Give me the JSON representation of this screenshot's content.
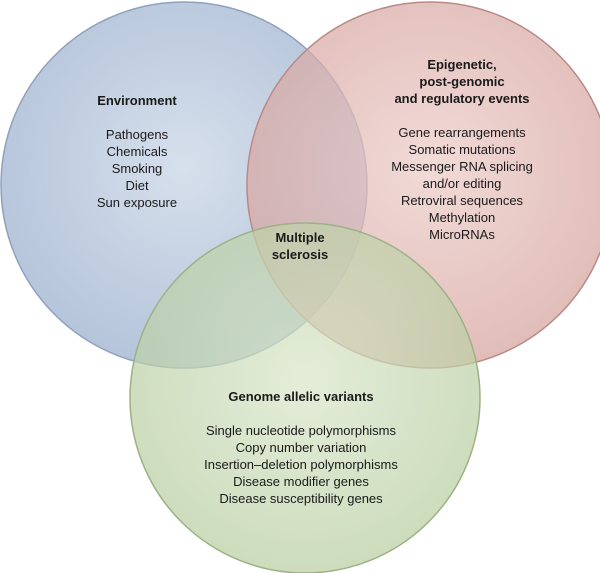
{
  "colors": {
    "environment_fill": "#b9c7dc",
    "environment_stroke": "#7f93b3",
    "epigenetic_fill": "#dcb0ac",
    "epigenetic_stroke": "#b27a75",
    "genome_fill": "#c3d5ae",
    "genome_stroke": "#8fa879",
    "text": "#1a1a1a"
  },
  "circles": {
    "environment": {
      "title": "Environment",
      "items": [
        "Pathogens",
        "Chemicals",
        "Smoking",
        "Diet",
        "Sun exposure"
      ]
    },
    "epigenetic": {
      "title_lines": [
        "Epigenetic,",
        "post-genomic",
        "and regulatory events"
      ],
      "items": [
        "Gene rearrangements",
        "Somatic mutations",
        "Messenger RNA splicing",
        "and/or editing",
        "Retroviral sequences",
        "Methylation",
        "MicroRNAs"
      ]
    },
    "genome": {
      "title": "Genome allelic variants",
      "items": [
        "Single nucleotide polymorphisms",
        "Copy number variation",
        "Insertion–deletion polymorphisms",
        "Disease modifier genes",
        "Disease susceptibility genes"
      ]
    }
  },
  "center": {
    "lines": [
      "Multiple",
      "sclerosis"
    ]
  }
}
